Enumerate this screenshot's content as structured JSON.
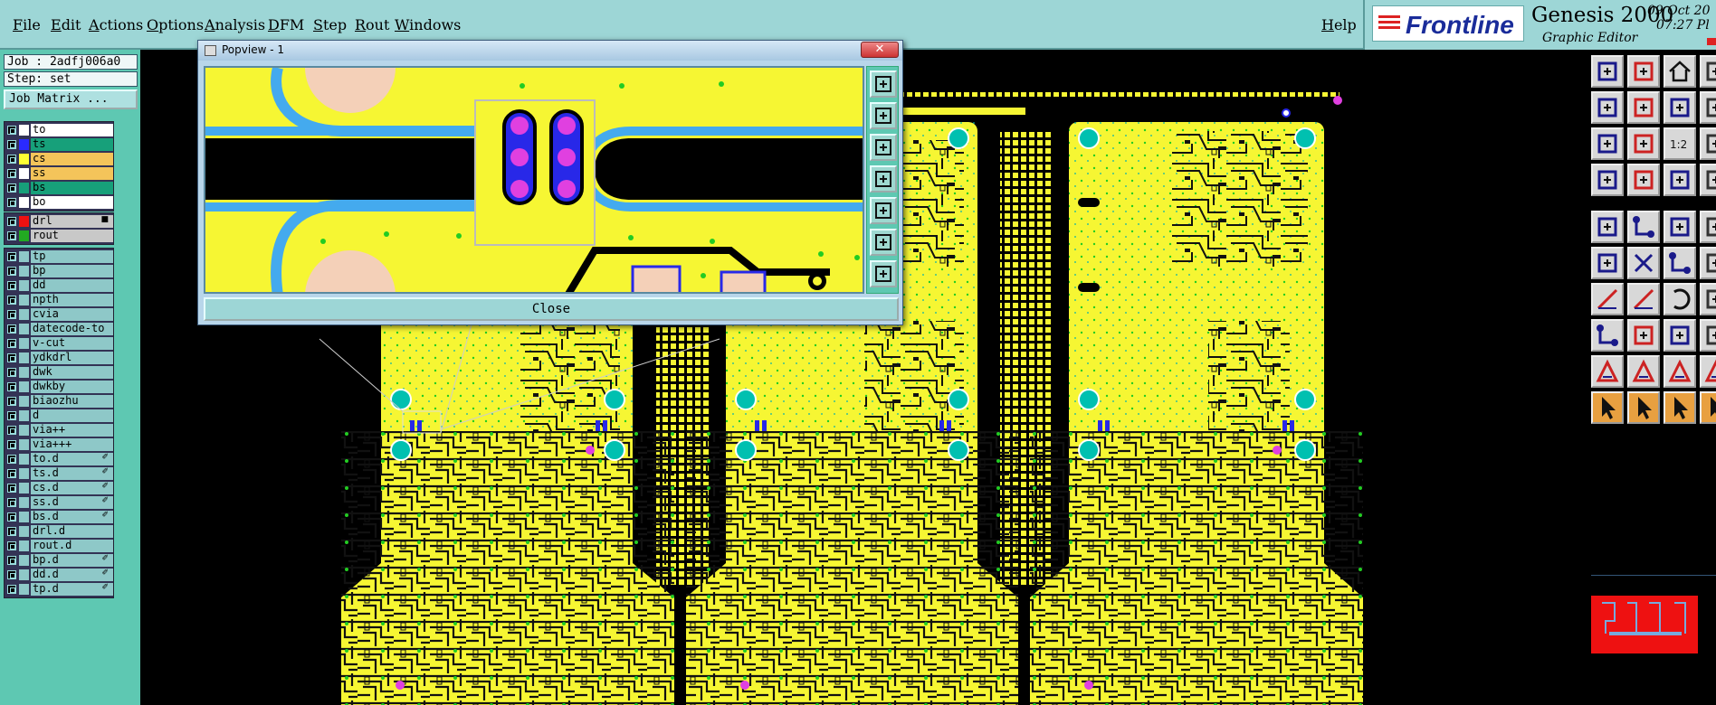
{
  "menubar": {
    "items": [
      "File",
      "Edit",
      "Actions",
      "Options",
      "Analysis",
      "DFM",
      "Step",
      "Rout",
      "Windows"
    ],
    "help": "Help"
  },
  "brand": {
    "logo": "Frontline",
    "product": "Genesis 2000",
    "subtitle": "Graphic Editor",
    "date": "09 Oct 20",
    "time": "07:27 Pl"
  },
  "left_panel": {
    "job_line": "Job : 2adfj006a0",
    "step_line": "Step: set",
    "job_matrix_button": "Job Matrix ...",
    "layers_top": [
      {
        "name": "to",
        "color": "#ffffff",
        "label_bg": "#ffffff"
      },
      {
        "name": "ts",
        "color": "#2a2aff",
        "label_bg": "#17a07a"
      },
      {
        "name": "cs",
        "color": "#ffff33",
        "label_bg": "#f4c45a"
      },
      {
        "name": "ss",
        "color": "#ffffff",
        "label_bg": "#f4c45a"
      },
      {
        "name": "bs",
        "color": "#17a07a",
        "label_bg": "#17a07a"
      },
      {
        "name": "bo",
        "color": "#ffffff",
        "label_bg": "#ffffff"
      }
    ],
    "layers_drill": [
      {
        "name": "drl",
        "color": "#ee1111",
        "label_bg": "#c8c8c8",
        "flag": "■"
      },
      {
        "name": "rout",
        "color": "#22aa22",
        "label_bg": "#c8c8c8",
        "flag": ""
      }
    ],
    "layers_misc": [
      {
        "name": "tp",
        "flag": ""
      },
      {
        "name": "bp",
        "flag": ""
      },
      {
        "name": "dd",
        "flag": ""
      },
      {
        "name": "npth",
        "flag": ""
      },
      {
        "name": "cvia",
        "flag": ""
      },
      {
        "name": "datecode-to",
        "flag": ""
      },
      {
        "name": "v-cut",
        "flag": ""
      },
      {
        "name": "ydkdrl",
        "flag": ""
      },
      {
        "name": "dwk",
        "flag": ""
      },
      {
        "name": "dwkby",
        "flag": ""
      },
      {
        "name": "biaozhu",
        "flag": ""
      },
      {
        "name": "d",
        "flag": ""
      },
      {
        "name": "via++",
        "flag": ""
      },
      {
        "name": "via+++",
        "flag": ""
      },
      {
        "name": "to.d",
        "flag": "✐"
      },
      {
        "name": "ts.d",
        "flag": "✐"
      },
      {
        "name": "cs.d",
        "flag": "✐"
      },
      {
        "name": "ss.d",
        "flag": "✐"
      },
      {
        "name": "bs.d",
        "flag": "✐"
      },
      {
        "name": "drl.d",
        "flag": ""
      },
      {
        "name": "rout.d",
        "flag": ""
      },
      {
        "name": "bp.d",
        "flag": "✐"
      },
      {
        "name": "dd.d",
        "flag": "✐"
      },
      {
        "name": "tp.d",
        "flag": "✐"
      }
    ]
  },
  "popview": {
    "title": "Popview - 1",
    "close_x": "✕",
    "close_button": "Close",
    "side_buttons": [
      "zoom-fit-icon",
      "zoom-in-icon",
      "zoom-out-icon",
      "pan-left-icon",
      "pan-right-icon",
      "zoom-home-icon",
      "redraw-icon"
    ]
  },
  "right_toolbar": {
    "buttons": [
      "zoom-window-icon",
      "zoom-in-icon",
      "home-icon",
      "view-icon",
      "pan-left-icon",
      "pan-right-icon",
      "zoom-prev-icon",
      "zoom-next-icon",
      "fit-icon",
      "center-icon",
      "one-to-one-icon",
      "zoom-out-icon",
      "snap-icon",
      "measure-icon",
      "layers-icon",
      "grid-icon",
      "select-icon",
      "net-icon",
      "ruler-icon",
      "profile-icon",
      "route-icon",
      "cross-icon",
      "connect-icon",
      "split-icon",
      "angle-icon",
      "line-icon",
      "arc-icon",
      "free-icon",
      "node-icon",
      "segment-icon",
      "width-icon",
      "pad-icon",
      "triangle-icon",
      "triangle-alt-icon",
      "triangle-b-icon",
      "triangle-c-icon",
      "pointer-icon",
      "pointer-b-icon",
      "pointer-c-icon",
      "pointer-d-icon"
    ],
    "one_to_one_label": "1:2"
  },
  "colors": {
    "board": "#f6f633",
    "trace": "#111111",
    "pad_cyan": "#00c0b0",
    "via_magenta": "#e040e0",
    "slot_blue": "#2828e8",
    "copper_outline": "#44aaee"
  }
}
